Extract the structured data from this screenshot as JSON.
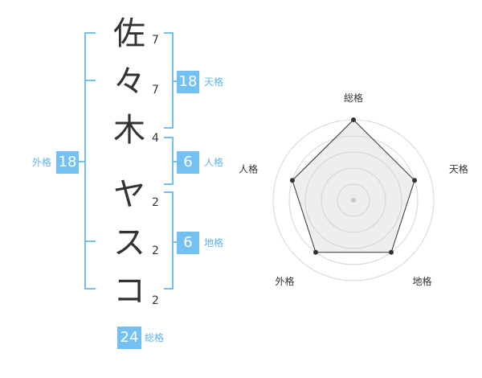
{
  "name": {
    "chars": [
      {
        "char": "佐",
        "strokes": "7"
      },
      {
        "char": "々",
        "strokes": "7"
      },
      {
        "char": "木",
        "strokes": "4"
      },
      {
        "char": "ヤ",
        "strokes": "2"
      },
      {
        "char": "ス",
        "strokes": "2"
      },
      {
        "char": "コ",
        "strokes": "2"
      }
    ]
  },
  "kaku": {
    "gaikaku": {
      "label": "外格",
      "value": "18"
    },
    "tenkaku": {
      "label": "天格",
      "value": "18"
    },
    "jinkaku": {
      "label": "人格",
      "value": "6"
    },
    "chikaku": {
      "label": "地格",
      "value": "6"
    },
    "soukaku": {
      "label": "総格",
      "value": "24"
    }
  },
  "colors": {
    "accent": "#73c0f3",
    "line": "#74c0f0"
  },
  "chart_data": {
    "type": "radar",
    "axes": [
      "総格",
      "天格",
      "地格",
      "外格",
      "人格"
    ],
    "values": [
      5,
      4,
      4,
      4,
      4
    ],
    "max": 5,
    "grid": true
  }
}
